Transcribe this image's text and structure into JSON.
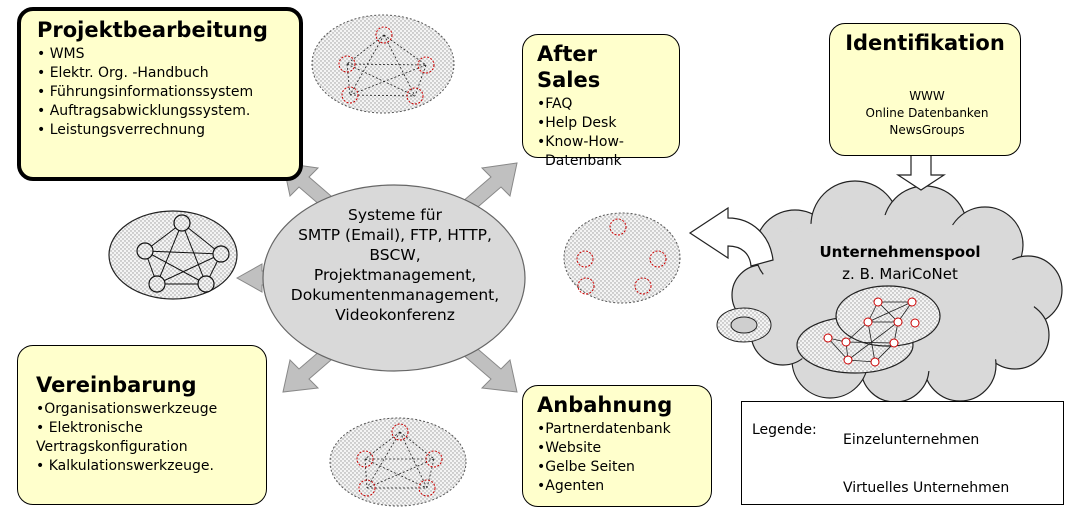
{
  "boxes": {
    "projekt": {
      "title": "Projektbearbeitung",
      "items": [
        "• WMS",
        "• Elektr. Org. -Handbuch",
        "• Führungsinformationssystem",
        "• Auftragsabwicklungssystem.",
        "• Leistungsverrechnung"
      ]
    },
    "after_sales": {
      "title": "After Sales",
      "items": [
        "•FAQ",
        "•Help Desk",
        "•Know-How-",
        "  Datenbank"
      ]
    },
    "identifikation": {
      "title": "Identifikation",
      "drum_lines": [
        "WWW",
        "Online Datenbanken",
        "NewsGroups"
      ]
    },
    "vereinbarung": {
      "title": "Vereinbarung",
      "items": [
        "•Organisationswerkzeuge",
        "• Elektronische",
        "Vertragskonfiguration",
        "• Kalkulationswerkzeuge."
      ]
    },
    "anbahnung": {
      "title": "Anbahnung",
      "items": [
        "•Partnerdatenbank",
        "•Website",
        "•Gelbe Seiten",
        "•Agenten"
      ]
    }
  },
  "center": {
    "lines": [
      "Systeme für",
      "SMTP (Email), FTP, HTTP,",
      "BSCW,",
      "Projektmanagement,",
      "Dokumentenmanagement,",
      "Videokonferenz"
    ]
  },
  "pool": {
    "title": "Unternehmenspool",
    "subtitle": "z. B. MariCoNet"
  },
  "legend": {
    "title": "Legende:",
    "einzel": "Einzelunternehmen",
    "virtuell": "Virtuelles Unternehmen"
  },
  "colors": {
    "box_fill": "#ffffcc",
    "center_fill": "#d9d9d9",
    "arrow_fill": "#c0c0c0",
    "node_stroke": "#cc0000"
  }
}
